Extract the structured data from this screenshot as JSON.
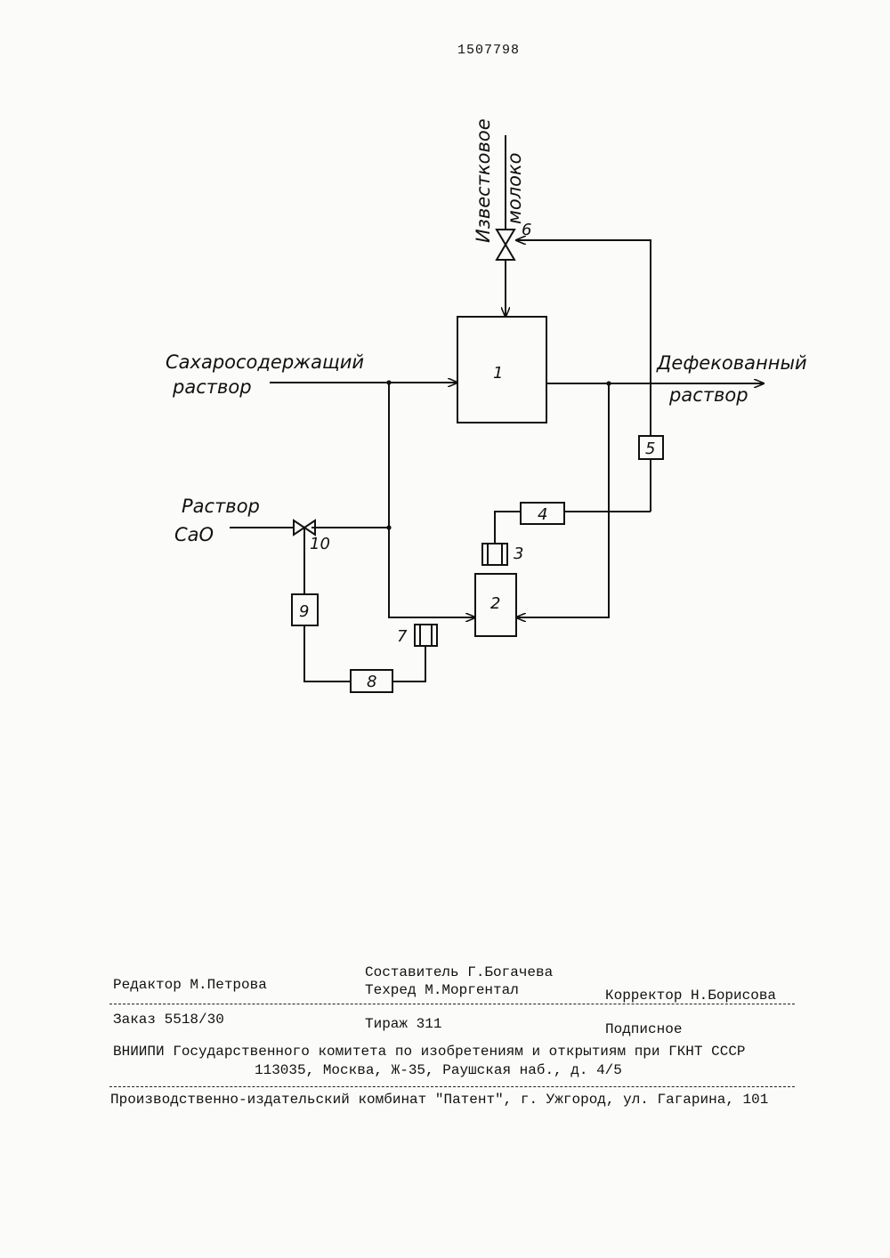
{
  "doc_number": "1507798",
  "diagram": {
    "labels": {
      "sugar_line1": "Сахаросодержащий",
      "sugar_line2": "раствор",
      "lime_line1": "Известковое",
      "lime_line2": "молоко",
      "defec_line1": "Дефекованный",
      "defec_line2": "раствор",
      "cao_line1": "Раствор",
      "cao_line2": "CaO"
    },
    "blocks": {
      "b1": "1",
      "b2": "2",
      "b3": "3",
      "b4": "4",
      "b5": "5",
      "v6": "6",
      "b7": "7",
      "b8": "8",
      "b9": "9",
      "v10": "10"
    }
  },
  "footer": {
    "editor": "Редактор М.Петрова",
    "compiler": "Составитель Г.Богачева",
    "techred": "Техред М.Моргентал",
    "corrector": "Корректор Н.Борисова",
    "order": "Заказ 5518/30",
    "circulation": "Тираж 311",
    "subscription": "Подписное",
    "institute": "ВНИИПИ Государственного комитета по изобретениям и открытиям при ГКНТ СССР",
    "address": "113035, Москва, Ж-35, Раушская наб., д. 4/5",
    "publisher": "Производственно-издательский комбинат \"Патент\", г. Ужгород, ул. Гагарина, 101"
  }
}
